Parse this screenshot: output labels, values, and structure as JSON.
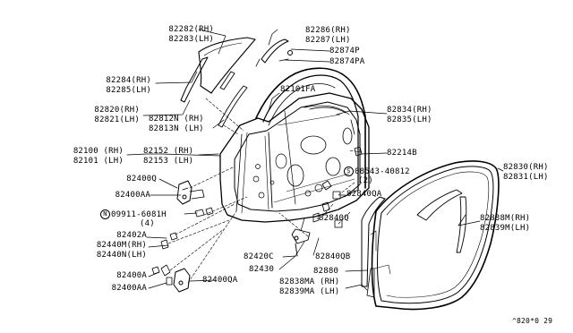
{
  "labels": {
    "p82282": "82282(RH)",
    "p82283": "82283(LH)",
    "p82286": "82286(RH)",
    "p82287": "82287(LH)",
    "p82874P": "82874P",
    "p82874PA": "82874PA",
    "p82284": "82284(RH)",
    "p82285": "82285(LH)",
    "p82101FA": "82101FA",
    "p82820": "82820(RH)",
    "p82821": "82821(LH)",
    "p82812N": "82812N (RH)",
    "p82813N": "82813N (LH)",
    "p82834": "82834(RH)",
    "p82835": "82835(LH)",
    "p82100": "82100 (RH)",
    "p82101": "82101 (LH)",
    "p82152": "82152 (RH)",
    "p82153": "82153 (LH)",
    "p82214B": "82214B",
    "p82400Q": "82400Q",
    "p08543": "08543-40812",
    "p08543_qty": "(2)",
    "p82830": "82830(RH)",
    "p82831": "82831(LH)",
    "p82400AA_a": "82400AA",
    "p82840QA": "82840QA",
    "p09911": "09911-6081H",
    "p09911_qty": "(4)",
    "p09911_prefix": "N",
    "p08543_prefix": "S",
    "p82840Q": "82840Q",
    "p82838M": "82838M(RH)",
    "p82839M": "82839M(LH)",
    "p82402A": "82402A",
    "p82440M": "82440M(RH)",
    "p82440N": "82440N(LH)",
    "p82420C": "82420C",
    "p82840QB": "82840QB",
    "p82430": "82430",
    "p82880": "82880",
    "p82400A": "82400A",
    "p82400QA": "82400QA",
    "p82400AA_b": "82400AA",
    "p82838MA": "82838MA (RH)",
    "p82839MA": "82839MA (LH)",
    "diagram_code": "^820*0 29"
  }
}
